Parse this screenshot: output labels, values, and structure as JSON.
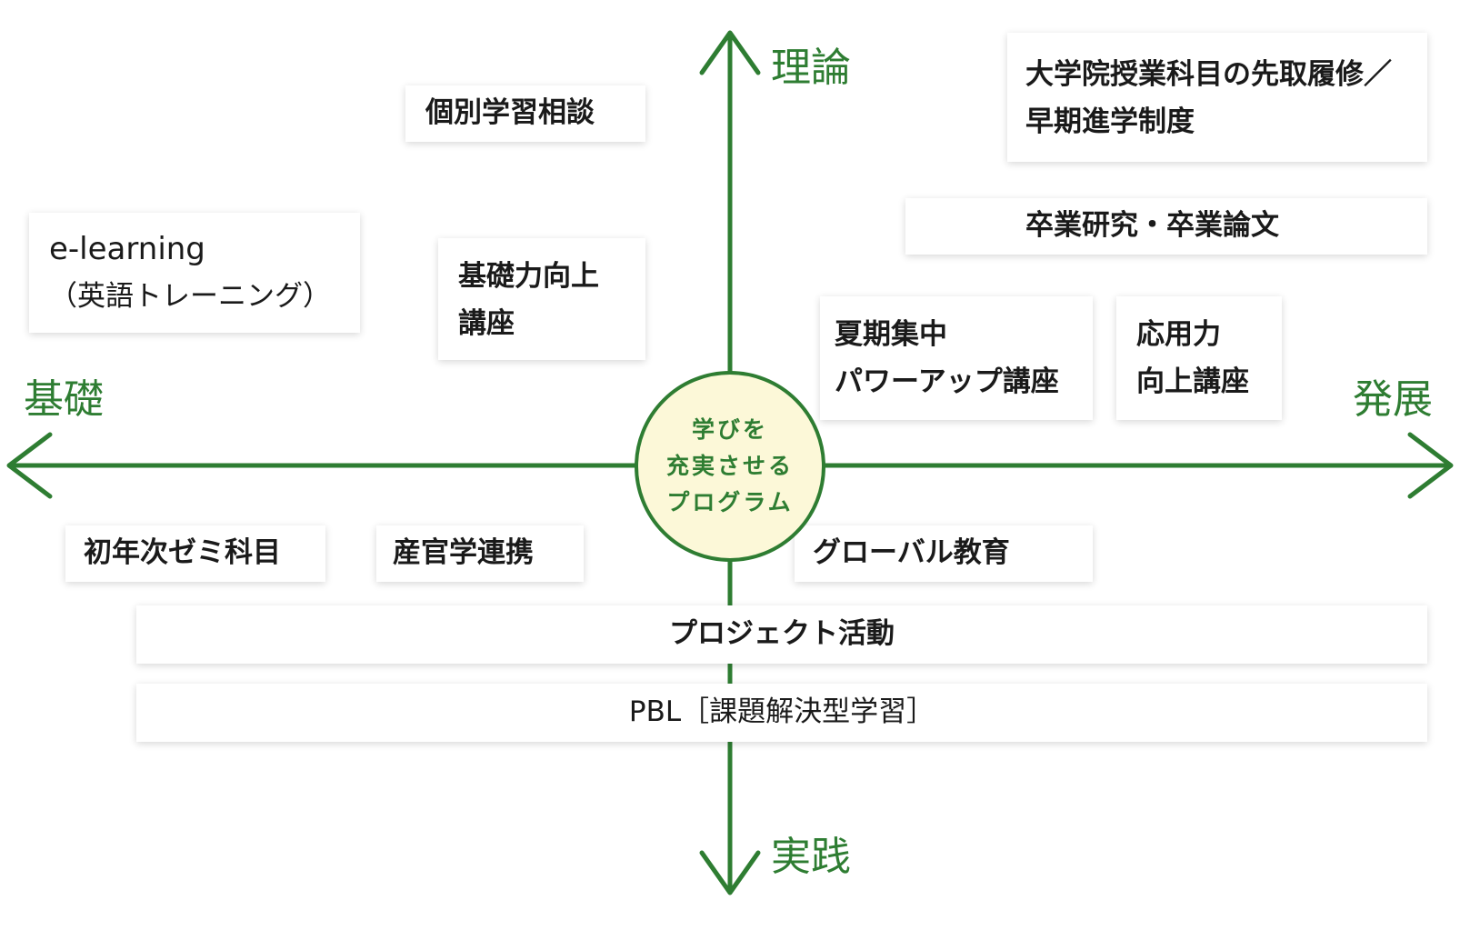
{
  "colors": {
    "axis": "#2e7d32",
    "center_fill": "#fcf8d8",
    "box_fill": "#ffffff"
  },
  "axis_labels": {
    "top": "理論",
    "bottom": "実践",
    "left": "基礎",
    "right": "発展"
  },
  "center": {
    "lines": [
      "学びを",
      "充実させる",
      "プログラム"
    ]
  },
  "programs": {
    "individual_consult": "個別学習相談",
    "grad_courses_line1": "大学院授業科目の先取履修／",
    "grad_courses_line2": "早期進学制度",
    "thesis": "卒業研究・卒業論文",
    "elearning_line1": "e-learning",
    "elearning_line2": "（英語トレーニング）",
    "basic_line1": "基礎力向上",
    "basic_line2": "講座",
    "summer_line1": "夏期集中",
    "summer_line2": "パワーアップ講座",
    "applied_line1": "応用力",
    "applied_line2": "向上講座",
    "first_year": "初年次ゼミ科目",
    "industry": "産官学連携",
    "global": "グローバル教育",
    "project": "プロジェクト活動",
    "pbl": "PBL［課題解決型学習］"
  }
}
